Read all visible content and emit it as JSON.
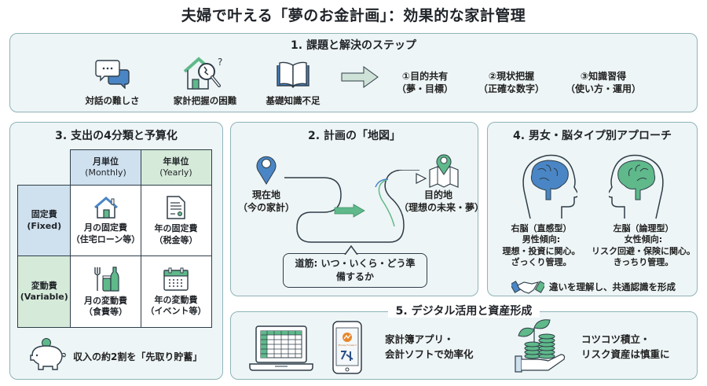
{
  "title": "夫婦で叶える「夢のお金計画」：効果的な家計管理",
  "colors": {
    "panel_bg": "#eef5f6",
    "panel_border": "#8fb3b8",
    "blue": "#4a86c5",
    "green": "#5fb98a",
    "dark": "#2e3d48"
  },
  "section1": {
    "title": "1. 課題と解決のステップ",
    "problems": [
      {
        "icon": "chat-bubbles-icon",
        "label": "対話の難しさ"
      },
      {
        "icon": "house-magnifier-icon",
        "label": "家計把握の困難"
      },
      {
        "icon": "open-book-icon",
        "label": "基礎知識不足"
      }
    ],
    "arrow_icon": "right-arrow-icon",
    "steps": [
      {
        "line1": "①目的共有",
        "line2": "（夢・目標）"
      },
      {
        "line1": "②現状把握",
        "line2": "（正確な数字）"
      },
      {
        "line1": "③知識習得",
        "line2": "（使い方・運用）"
      }
    ]
  },
  "section2": {
    "title": "2. 計画の「地図」",
    "start": {
      "icon": "location-pin-icon",
      "line1": "現在地",
      "line2": "（今の家計）"
    },
    "goal": {
      "icon": "map-pin-icon",
      "line1": "目的地",
      "line2": "（理想の未来・夢）"
    },
    "path_note_line1": "道筋: いつ・いくら・どう準",
    "path_note_line2": "備するか"
  },
  "section3": {
    "title": "3. 支出の4分類と予算化",
    "col_headers": [
      {
        "line1": "月単位",
        "line2": "(Monthly)"
      },
      {
        "line1": "年単位",
        "line2": "(Yearly)"
      }
    ],
    "rows": [
      {
        "header": {
          "line1": "固定費",
          "line2": "(Fixed)"
        },
        "cells": [
          {
            "icon": "house-icon",
            "line1": "月の固定費",
            "line2": "（住宅ローン等）"
          },
          {
            "icon": "document-icon",
            "line1": "年の固定費",
            "line2": "（税金等）"
          }
        ]
      },
      {
        "header": {
          "line1": "変動費",
          "line2": "(Variable)"
        },
        "cells": [
          {
            "icon": "groceries-icon",
            "line1": "月の変動費",
            "line2": "（食費等）"
          },
          {
            "icon": "calendar-icon",
            "line1": "年の変動費",
            "line2": "（イベント等）"
          }
        ]
      }
    ],
    "saving_icon": "piggy-bank-icon",
    "saving_text": "収入の約2割を「先取り貯蓄」"
  },
  "section4": {
    "title": "4. 男女・脳タイプ別アプローチ",
    "right_brain": {
      "line1": "右脳（直感型）",
      "line2": "男性傾向:",
      "line3": "理想・投資に関心。",
      "line4": "ざっくり管理。"
    },
    "left_brain": {
      "line1": "左脳（論理型）",
      "line2": "女性傾向:",
      "line3": "リスク回避・保険に関心。",
      "line4": "きっちり管理。"
    },
    "handshake_text": "違いを理解し、共通認識を形成"
  },
  "section5": {
    "title": "5. デジタル活用と資産形成",
    "app_text_line1": "家計簿アプリ・",
    "app_text_line2": "会計ソフトで効率化",
    "phone_app_label": "Money Forward",
    "invest_text_line1": "コツコツ積立・",
    "invest_text_line2": "リスク資産は慎重に"
  }
}
